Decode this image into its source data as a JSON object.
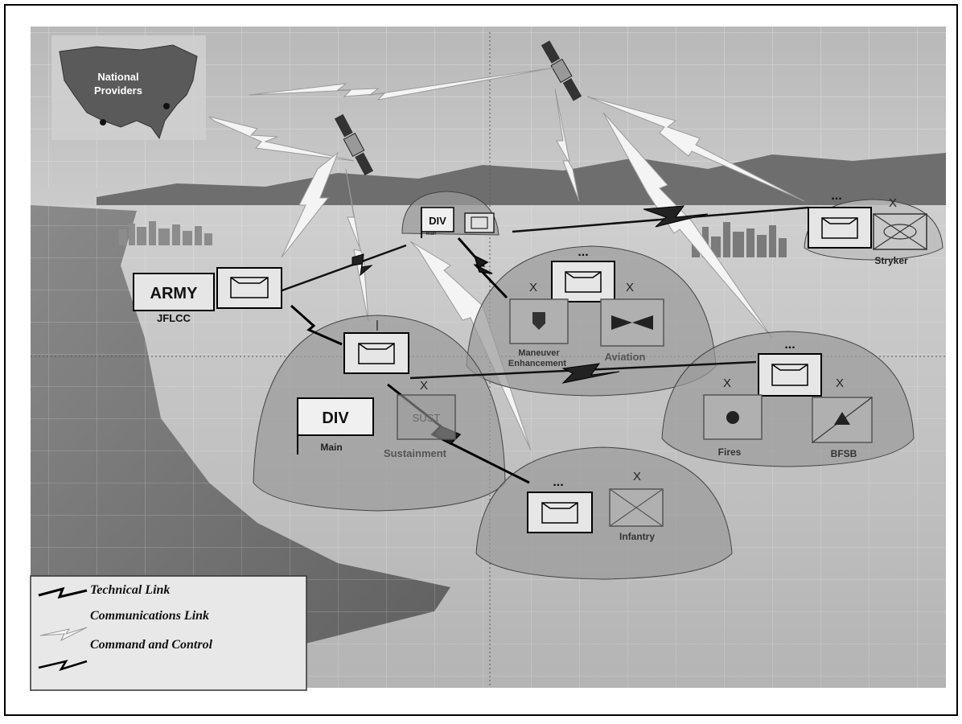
{
  "diagram": {
    "inset": {
      "label_line1": "National",
      "label_line2": "Providers"
    },
    "army": {
      "label": "ARMY",
      "sublabel": "JFLCC"
    },
    "div_small": {
      "label": "DIV",
      "sublabel": "Main"
    },
    "div_main": {
      "label": "DIV",
      "sublabel": "Main"
    },
    "sustainment": {
      "echelon": "X",
      "code": "SUST",
      "label": "Sustainment"
    },
    "maneuver": {
      "echelon": "X",
      "label_line1": "Maneuver",
      "label_line2": "Enhancement"
    },
    "aviation": {
      "echelon": "X",
      "label": "Aviation"
    },
    "fires": {
      "echelon": "X",
      "label": "Fires"
    },
    "bfsb": {
      "echelon": "X",
      "label": "BFSB"
    },
    "infantry": {
      "echelon": "X",
      "label": "Infantry"
    },
    "stryker": {
      "echelon": "X",
      "label": "Stryker"
    },
    "hq_dots": "..."
  },
  "legend": {
    "items": [
      {
        "label": "Technical Link"
      },
      {
        "label": "Communications Link"
      },
      {
        "label": "Command and Control"
      }
    ]
  },
  "colors": {
    "sky": "#d8d8d8",
    "terrain": "#bdbdbd",
    "dome_fill": "#9e9e9e",
    "dark_link": "#1a1a1a",
    "light_link": "#f2f2f2",
    "frame": "#000000"
  }
}
